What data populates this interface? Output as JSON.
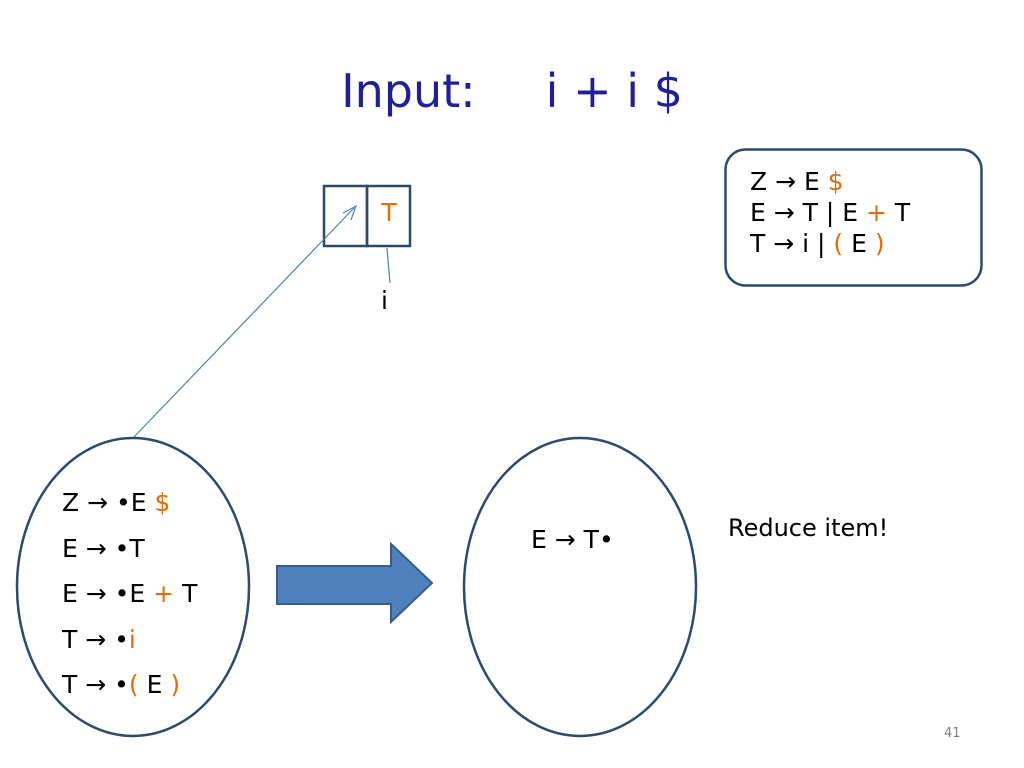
{
  "title": {
    "label": "Input:",
    "input": "i + i $"
  },
  "grammar": {
    "r1_lhs": "Z",
    "r1_rhs_a": "E",
    "r1_rhs_b": "$",
    "r2_lhs": "E",
    "r2_rhs_a": "T |",
    "r2_rhs_b": "E",
    "r2_rhs_plus": "+",
    "r2_rhs_c": "T",
    "r3_lhs": "T",
    "r3_rhs_a": "i |",
    "r3_rhs_lparen": "(",
    "r3_rhs_b": "E",
    "r3_rhs_rparen": ")"
  },
  "arrow_symbol": "→",
  "dot_symbol": "•",
  "stack": {
    "top_symbol": "T",
    "input_symbol": "i"
  },
  "state1_items": [
    {
      "lhs": "Z",
      "rhs": [
        {
          "t": "E",
          "o": false
        },
        {
          "t": "$",
          "o": true
        }
      ]
    },
    {
      "lhs": "E",
      "rhs": [
        {
          "t": "T",
          "o": false
        }
      ]
    },
    {
      "lhs": "E",
      "rhs": [
        {
          "t": "E",
          "o": false
        },
        {
          "t": "+",
          "o": true
        },
        {
          "t": "T",
          "o": false
        }
      ]
    },
    {
      "lhs": "T",
      "rhs": [
        {
          "t": "i",
          "o": true
        }
      ]
    },
    {
      "lhs": "T",
      "rhs": [
        {
          "t": "(",
          "o": true
        },
        {
          "t": "E",
          "o": false
        },
        {
          "t": ")",
          "o": true
        }
      ]
    }
  ],
  "state2_item": {
    "lhs": "E",
    "rhs": "T"
  },
  "note": "Reduce item!",
  "page_number": "41",
  "colors": {
    "title": "#1f1f9a",
    "terminal": "#e36c09",
    "outline": "#2c4a6e",
    "arrow_fill": "#4f81bd",
    "arrow_stroke": "#385d8a"
  }
}
